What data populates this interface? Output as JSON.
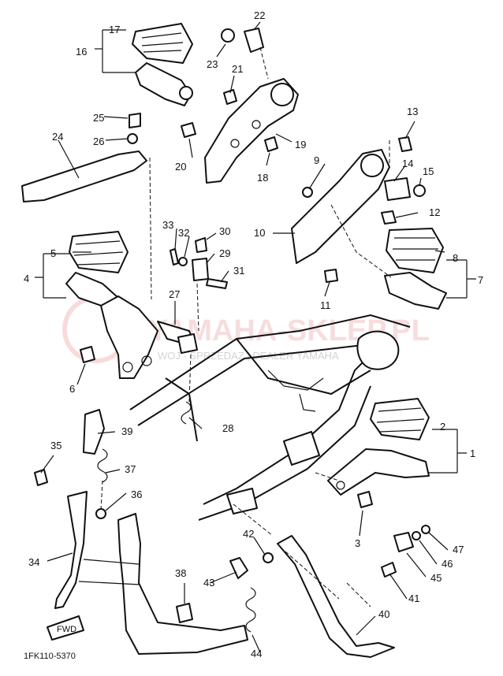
{
  "diagram": {
    "code": "1FK110-5370",
    "watermark": "YAMAHA-SKLEP.PL",
    "watermark_sub": "WOJ · SPRZEDAZ | DEALER YAMAHA",
    "fwd_label": "FWD",
    "callouts": [
      {
        "id": "c1",
        "label": "1"
      },
      {
        "id": "c2",
        "label": "2"
      },
      {
        "id": "c3",
        "label": "3"
      },
      {
        "id": "c4",
        "label": "4"
      },
      {
        "id": "c5",
        "label": "5"
      },
      {
        "id": "c6",
        "label": "6"
      },
      {
        "id": "c7",
        "label": "7"
      },
      {
        "id": "c8",
        "label": "8"
      },
      {
        "id": "c9",
        "label": "9"
      },
      {
        "id": "c10",
        "label": "10"
      },
      {
        "id": "c11",
        "label": "11"
      },
      {
        "id": "c12",
        "label": "12"
      },
      {
        "id": "c13",
        "label": "13"
      },
      {
        "id": "c14",
        "label": "14"
      },
      {
        "id": "c15",
        "label": "15"
      },
      {
        "id": "c16",
        "label": "16"
      },
      {
        "id": "c17",
        "label": "17"
      },
      {
        "id": "c18",
        "label": "18"
      },
      {
        "id": "c19",
        "label": "19"
      },
      {
        "id": "c20",
        "label": "20"
      },
      {
        "id": "c21",
        "label": "21"
      },
      {
        "id": "c22",
        "label": "22"
      },
      {
        "id": "c23",
        "label": "23"
      },
      {
        "id": "c24",
        "label": "24"
      },
      {
        "id": "c25",
        "label": "25"
      },
      {
        "id": "c26",
        "label": "26"
      },
      {
        "id": "c27",
        "label": "27"
      },
      {
        "id": "c28",
        "label": "28"
      },
      {
        "id": "c29",
        "label": "29"
      },
      {
        "id": "c30",
        "label": "30"
      },
      {
        "id": "c31",
        "label": "31"
      },
      {
        "id": "c32",
        "label": "32"
      },
      {
        "id": "c33",
        "label": "33"
      },
      {
        "id": "c34",
        "label": "34"
      },
      {
        "id": "c35",
        "label": "35"
      },
      {
        "id": "c36",
        "label": "36"
      },
      {
        "id": "c37",
        "label": "37"
      },
      {
        "id": "c38",
        "label": "38"
      },
      {
        "id": "c39",
        "label": "39"
      },
      {
        "id": "c40",
        "label": "40"
      },
      {
        "id": "c41",
        "label": "41"
      },
      {
        "id": "c42",
        "label": "42"
      },
      {
        "id": "c43",
        "label": "43"
      },
      {
        "id": "c44",
        "label": "44"
      },
      {
        "id": "c45",
        "label": "45"
      },
      {
        "id": "c46",
        "label": "46"
      },
      {
        "id": "c47",
        "label": "47"
      }
    ]
  }
}
